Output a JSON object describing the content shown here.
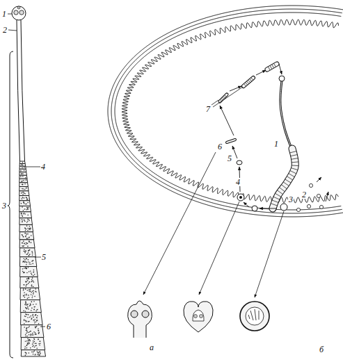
{
  "diagram": {
    "labels": [
      "1",
      "2",
      "3",
      "4",
      "5",
      "6",
      "а",
      "7",
      "1",
      "2",
      "3",
      "4",
      "5",
      "6",
      "б"
    ]
  }
}
